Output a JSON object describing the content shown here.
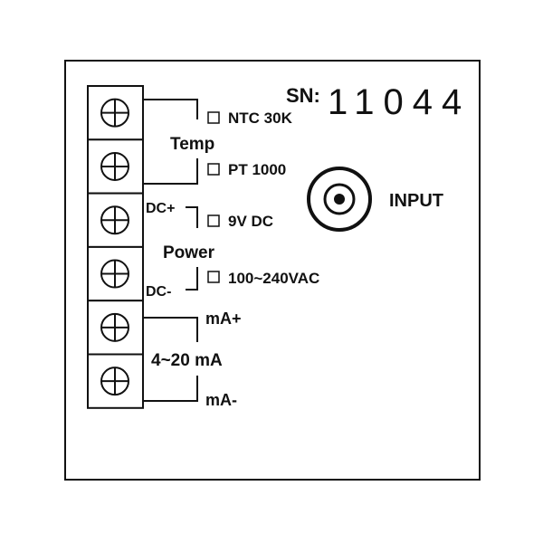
{
  "serial": {
    "prefix": "SN:",
    "number": "11044"
  },
  "terminals": {
    "count": 6
  },
  "temp": {
    "group_label": "Temp",
    "options": [
      "NTC 30K",
      "PT 1000"
    ]
  },
  "power": {
    "group_label": "Power",
    "dc_plus": "DC+",
    "dc_minus": "DC-",
    "options": [
      "9V DC",
      "100~240VAC"
    ]
  },
  "current": {
    "group_label": "4~20 mA",
    "plus": "mA+",
    "minus": "mA-"
  },
  "input": {
    "label": "INPUT"
  }
}
